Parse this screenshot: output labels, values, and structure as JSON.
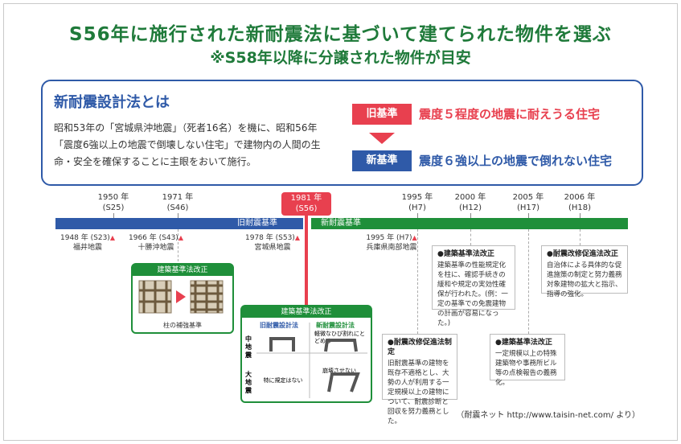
{
  "title": {
    "main": "S56年に施行された新耐震法に基づいて建てられた物件を選ぶ",
    "sub": "※S58年以降に分譲された物件が目安"
  },
  "info": {
    "heading": "新耐震設計法とは",
    "body": "昭和53年の「宮城県沖地震」（死者16名）を機に、昭和56年「震度6強以上の地震で倒壊しない住宅」で建物内の人間の生命・安全を確保することに主眼をおいて施行。",
    "old_label": "旧基準",
    "old_text": "震度５程度の地震に耐えうる住宅",
    "new_label": "新基準",
    "new_text": "震度６強以上の地震で倒れない住宅"
  },
  "timeline": {
    "years": [
      {
        "id": "1950",
        "year": "1950 年",
        "era": "(S25)"
      },
      {
        "id": "1971",
        "year": "1971 年",
        "era": "(S46)"
      },
      {
        "id": "1995",
        "year": "1995 年",
        "era": "(H7)"
      },
      {
        "id": "2000",
        "year": "2000 年",
        "era": "(H12)"
      },
      {
        "id": "2005",
        "year": "2005 年",
        "era": "(H17)"
      },
      {
        "id": "2006",
        "year": "2006 年",
        "era": "(H18)"
      }
    ],
    "highlight_year": "1981 年",
    "highlight_era": "(S56)",
    "old_bar_label": "旧耐震基準",
    "new_bar_label": "新耐震基準",
    "events": [
      {
        "date": "1948 年 (S23)",
        "name": "福井地震"
      },
      {
        "date": "1966 年 (S43)",
        "name": "十勝沖地震"
      },
      {
        "date": "1978 年 (S53)",
        "name": "宮城県地震"
      },
      {
        "date": "1995 年 (H7)",
        "name": "兵庫県南部地震"
      }
    ]
  },
  "box1971": {
    "head": "建築基準法改正",
    "caption": "柱の補強基準"
  },
  "box1981": {
    "head": "建築基準法改正",
    "col_old": "旧耐震設計法",
    "col_new": "新耐震設計法",
    "row_mid": "中地震",
    "row_big": "大地震",
    "cell_new_mid": "軽微なひび割れにとどめる",
    "cell_old_big": "特に規定はない",
    "cell_new_big": "崩壊させない"
  },
  "notes": [
    {
      "id": "n1995",
      "title": "●耐震改修促進法制定",
      "body": "旧耐震基準の建物を既存不適格とし、大勢の人が利用する一定規模以上の建物について、耐震診断と回収を努力義務とした。"
    },
    {
      "id": "n2000",
      "title": "●建築基準法改正",
      "body": "建築基準の性能規定化を柱に、確認手続きの緩和や規定の実効性確保が行われた。(例：一定の基準での免震建物の計画が容易になった。)"
    },
    {
      "id": "n2005",
      "title": "●建築基準法改正",
      "body": "一定規模以上の特殊建築物や事務所ビル等の点検報告の義務化。"
    },
    {
      "id": "n2006",
      "title": "●耐震改修促進法改正",
      "body": "自治体による具体的な促進施策の制定と努力義務対象建物の拡大と指示、指導の強化。"
    }
  ],
  "source": "（耐震ネット http://www.taisin-net.com/ より）",
  "colors": {
    "green": "#1f8f3a",
    "blue": "#2f5aa8",
    "red": "#e8404f"
  }
}
